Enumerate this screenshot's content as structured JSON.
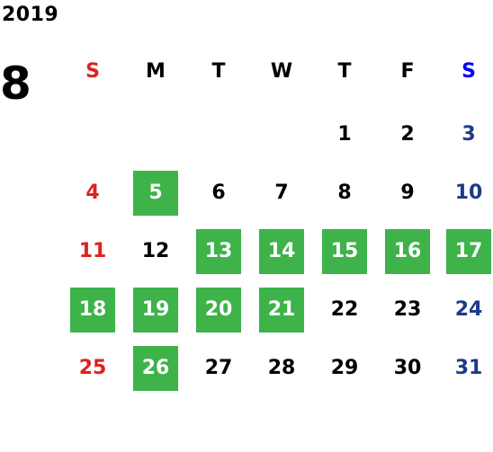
{
  "calendar": {
    "year": "2019",
    "month": "8",
    "weekdays": [
      "S",
      "M",
      "T",
      "W",
      "T",
      "F",
      "S"
    ],
    "first_weekday_index": 4,
    "days_in_month": 31,
    "highlighted_days": [
      5,
      13,
      14,
      15,
      16,
      17,
      18,
      19,
      20,
      21,
      26
    ],
    "colors": {
      "sunday": "#e02020",
      "saturday": "#1e3a8a",
      "saturday_header": "#0000ff",
      "weekday": "#000000",
      "highlight_bg": "#3db34a",
      "highlight_text": "#ffffff"
    }
  }
}
